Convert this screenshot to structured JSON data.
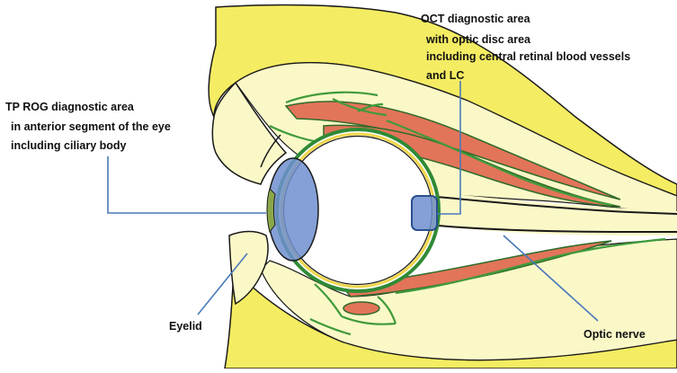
{
  "labels": {
    "oct": {
      "line1": "OCT  diagnostic area",
      "line2": "with optic disc area",
      "line3": "including central retinal blood vessels",
      "line4": "and LC"
    },
    "tprog": {
      "line1": "TP ROG  diagnostic area",
      "line2": "in anterior  segment of the eye",
      "line3": "including  ciliary body"
    },
    "eyelid": "Eyelid",
    "optic_nerve": "Optic nerve"
  },
  "colors": {
    "bone": "#f4ec62",
    "tissue": "#fbf8c8",
    "muscle": "#e2745a",
    "muscle_outline": "#2f6b2a",
    "vessel": "#3f9a3a",
    "sclera_ring": "#2f8a35",
    "retina_ring": "#efd64b",
    "highlight": "#6f8fcf",
    "leader": "#4a78b8",
    "outline": "#1a1a1a"
  }
}
